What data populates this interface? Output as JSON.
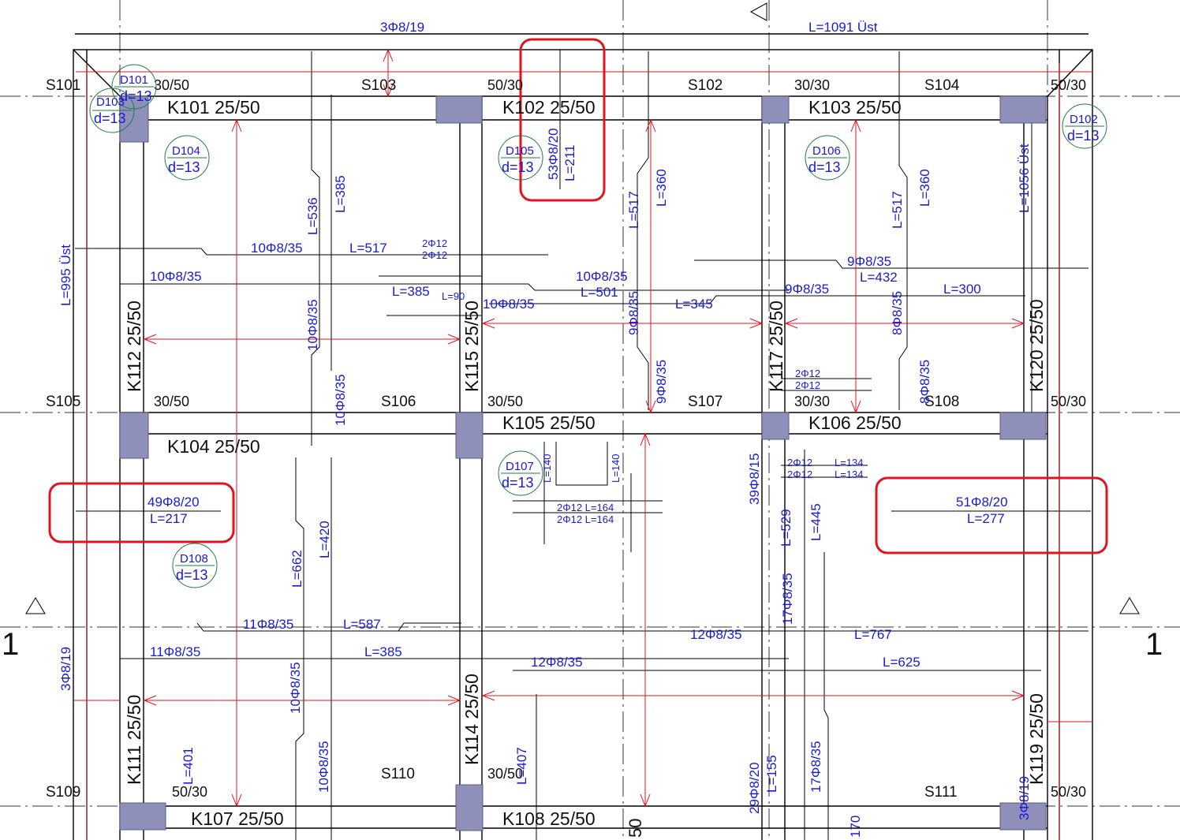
{
  "colors": {
    "background": "#ffffff",
    "structure_line": "#000000",
    "rebar_text": "#1a1ad6",
    "dimension_red": "#e0141e",
    "column_fill": "#8f90b9",
    "detail_circle": "#1f7a4a",
    "highlight_box": "#e0141e"
  },
  "slabs": [
    {
      "id": "s101",
      "label": "S101"
    },
    {
      "id": "s103",
      "label": "S103"
    },
    {
      "id": "s102",
      "label": "S102"
    },
    {
      "id": "s104",
      "label": "S104"
    },
    {
      "id": "s105",
      "label": "S105"
    },
    {
      "id": "s106",
      "label": "S106"
    },
    {
      "id": "s107",
      "label": "S107"
    },
    {
      "id": "s108",
      "label": "S108"
    },
    {
      "id": "s109",
      "label": "S109"
    },
    {
      "id": "s110",
      "label": "S110"
    },
    {
      "id": "s111",
      "label": "S111"
    }
  ],
  "beams": [
    {
      "id": "k101",
      "label": "K101 25/50"
    },
    {
      "id": "k102",
      "label": "K102 25/50"
    },
    {
      "id": "k103",
      "label": "K103 25/50"
    },
    {
      "id": "k104",
      "label": "K104 25/50"
    },
    {
      "id": "k105",
      "label": "K105 25/50"
    },
    {
      "id": "k106",
      "label": "K106 25/50"
    },
    {
      "id": "k107",
      "label": "K107 25/50"
    },
    {
      "id": "k108",
      "label": "K108 25/50"
    },
    {
      "id": "k112",
      "label": "K112 25/50"
    },
    {
      "id": "k115",
      "label": "K115 25/50"
    },
    {
      "id": "k117",
      "label": "K117 25/50"
    },
    {
      "id": "k120",
      "label": "K120 25/50"
    },
    {
      "id": "k111",
      "label": "K111 25/50"
    },
    {
      "id": "k114",
      "label": "K114 25/50"
    },
    {
      "id": "k119",
      "label": "K119 25/50"
    }
  ],
  "column_sizes": [
    {
      "id": "c1",
      "label": "30/50"
    },
    {
      "id": "c2",
      "label": "50/30"
    },
    {
      "id": "c3",
      "label": "30/30"
    },
    {
      "id": "c4",
      "label": "50/30"
    },
    {
      "id": "c5",
      "label": "30/50"
    },
    {
      "id": "c6",
      "label": "30/50"
    },
    {
      "id": "c7",
      "label": "30/30"
    },
    {
      "id": "c8",
      "label": "50/30"
    },
    {
      "id": "c9",
      "label": "50/30"
    },
    {
      "id": "c10",
      "label": "30/50"
    },
    {
      "id": "c11",
      "label": "50/30"
    }
  ],
  "details": [
    {
      "id": "d101",
      "name": "D101",
      "depth": "d=13"
    },
    {
      "id": "d103",
      "name": "D103",
      "depth": "d=13"
    },
    {
      "id": "d102",
      "name": "D102",
      "depth": "d=13"
    },
    {
      "id": "d104",
      "name": "D104",
      "depth": "d=13"
    },
    {
      "id": "d105",
      "name": "D105",
      "depth": "d=13"
    },
    {
      "id": "d106",
      "name": "D106",
      "depth": "d=13"
    },
    {
      "id": "d107",
      "name": "D107",
      "depth": "d=13"
    },
    {
      "id": "d108",
      "name": "D108",
      "depth": "d=13"
    }
  ],
  "section_marks": [
    {
      "id": "sec_left",
      "label": "1"
    },
    {
      "id": "sec_right",
      "label": "1"
    }
  ],
  "rebar_labels": [
    {
      "id": "r1",
      "text": "3Φ8/19"
    },
    {
      "id": "r2",
      "text": "L=1091 Üst"
    },
    {
      "id": "r3",
      "text": "L=995 Üst"
    },
    {
      "id": "r4",
      "text": "L=1056 Üst"
    },
    {
      "id": "r5",
      "text": "53Φ8/20"
    },
    {
      "id": "r6",
      "text": "L=211"
    },
    {
      "id": "r7",
      "text": "L=536"
    },
    {
      "id": "r8",
      "text": "L=385"
    },
    {
      "id": "r9",
      "text": "L=517"
    },
    {
      "id": "r10",
      "text": "L=360"
    },
    {
      "id": "r11",
      "text": "L=517"
    },
    {
      "id": "r12",
      "text": "L=360"
    },
    {
      "id": "r13",
      "text": "10Φ8/35"
    },
    {
      "id": "r14",
      "text": "L=517"
    },
    {
      "id": "r15",
      "text": "10Φ8/35"
    },
    {
      "id": "r16",
      "text": "10Φ8/35"
    },
    {
      "id": "r17",
      "text": "L=501"
    },
    {
      "id": "r18",
      "text": "9Φ8/35"
    },
    {
      "id": "r19",
      "text": "L=432"
    },
    {
      "id": "r20",
      "text": "9Φ8/35"
    },
    {
      "id": "r21",
      "text": "L=300"
    },
    {
      "id": "r22",
      "text": "L=385"
    },
    {
      "id": "r23",
      "text": "10Φ8/35"
    },
    {
      "id": "r24",
      "text": "L=345"
    },
    {
      "id": "r25",
      "text": "10Φ8/35"
    },
    {
      "id": "r26",
      "text": "9Φ8/35"
    },
    {
      "id": "r27",
      "text": "8Φ8/35"
    },
    {
      "id": "r28",
      "text": "10Φ8/35"
    },
    {
      "id": "r29",
      "text": "9Φ8/35"
    },
    {
      "id": "r30",
      "text": "8Φ8/35"
    },
    {
      "id": "r31",
      "text": "49Φ8/20"
    },
    {
      "id": "r32",
      "text": "L=217"
    },
    {
      "id": "r33",
      "text": "51Φ8/20"
    },
    {
      "id": "r34",
      "text": "L=277"
    },
    {
      "id": "r35",
      "text": "L=662"
    },
    {
      "id": "r36",
      "text": "L=420"
    },
    {
      "id": "r37",
      "text": "39Φ8/15"
    },
    {
      "id": "r38",
      "text": "L=529"
    },
    {
      "id": "r39",
      "text": "L=445"
    },
    {
      "id": "r40",
      "text": "17Φ8/35"
    },
    {
      "id": "r41",
      "text": "11Φ8/35"
    },
    {
      "id": "r42",
      "text": "L=587"
    },
    {
      "id": "r43",
      "text": "12Φ8/35"
    },
    {
      "id": "r44",
      "text": "L=767"
    },
    {
      "id": "r45",
      "text": "11Φ8/35"
    },
    {
      "id": "r46",
      "text": "L=385"
    },
    {
      "id": "r47",
      "text": "12Φ8/35"
    },
    {
      "id": "r48",
      "text": "L=625"
    },
    {
      "id": "r49",
      "text": "3Φ8/19"
    },
    {
      "id": "r50",
      "text": "10Φ8/35"
    },
    {
      "id": "r51",
      "text": "10Φ8/35"
    },
    {
      "id": "r52",
      "text": "L=401"
    },
    {
      "id": "r53",
      "text": "L=407"
    },
    {
      "id": "r54",
      "text": "29Φ8/20"
    },
    {
      "id": "r55",
      "text": "L=155"
    },
    {
      "id": "r56",
      "text": "17Φ8/35"
    },
    {
      "id": "r57",
      "text": "3Φ8/19"
    },
    {
      "id": "r58",
      "text": "2Φ12"
    },
    {
      "id": "r59",
      "text": "2Φ12"
    },
    {
      "id": "r60",
      "text": "L=90"
    },
    {
      "id": "r61",
      "text": "2Φ12 L=164"
    },
    {
      "id": "r62",
      "text": "2Φ12 L=164"
    },
    {
      "id": "r63",
      "text": "2Φ12"
    },
    {
      "id": "r64",
      "text": "2Φ12"
    },
    {
      "id": "r65",
      "text": "L=134"
    },
    {
      "id": "r66",
      "text": "L=134"
    },
    {
      "id": "r67",
      "text": "L=140"
    },
    {
      "id": "r68",
      "text": "L=140"
    },
    {
      "id": "r69",
      "text": "2Φ12"
    },
    {
      "id": "r70",
      "text": "2Φ12"
    },
    {
      "id": "r71",
      "text": "170"
    },
    {
      "id": "r72",
      "text": "50"
    }
  ]
}
